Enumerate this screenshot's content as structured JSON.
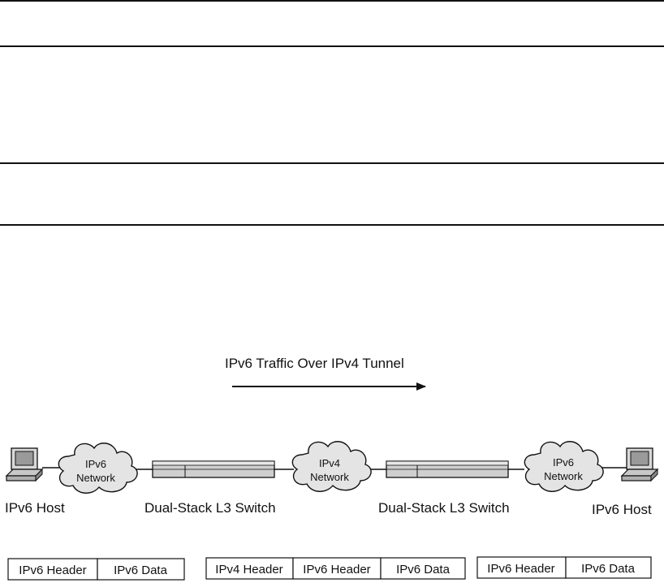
{
  "diagram": {
    "title": "IPv6 Traffic Over IPv4 Tunnel",
    "left_host": "IPv6 Host",
    "right_host": "IPv6 Host",
    "left_cloud": {
      "line1": "IPv6",
      "line2": "Network"
    },
    "middle_cloud": {
      "line1": "IPv4",
      "line2": "Network"
    },
    "right_cloud": {
      "line1": "IPv6",
      "line2": "Network"
    },
    "left_switch": "Dual-Stack L3 Switch",
    "right_switch": "Dual-Stack L3 Switch",
    "packets": {
      "left": [
        "IPv6 Header",
        "IPv6 Data"
      ],
      "middle": [
        "IPv4 Header",
        "IPv6 Header",
        "IPv6 Data"
      ],
      "right": [
        "IPv6 Header",
        "IPv6 Data"
      ]
    }
  }
}
